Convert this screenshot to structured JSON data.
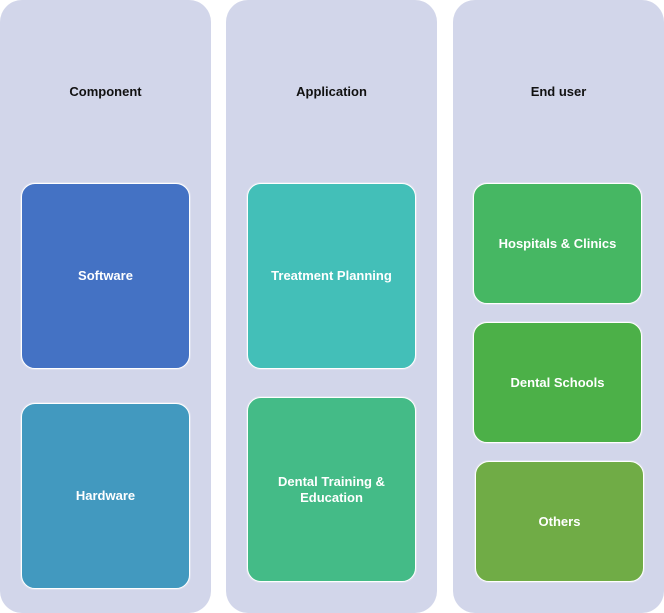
{
  "columns": [
    {
      "title": "Component",
      "items": [
        {
          "label": "Software",
          "color": "#4472c4"
        },
        {
          "label": "Hardware",
          "color": "#4299bf"
        }
      ]
    },
    {
      "title": "Application",
      "items": [
        {
          "label": "Treatment Planning",
          "color": "#43bfb8"
        },
        {
          "label": "Dental Training & Education",
          "color": "#44bb87"
        }
      ]
    },
    {
      "title": "End user",
      "items": [
        {
          "label": "Hospitals & Clinics",
          "color": "#46b763"
        },
        {
          "label": "Dental Schools",
          "color": "#4cb048"
        },
        {
          "label": "Others",
          "color": "#70ac46"
        }
      ]
    }
  ],
  "colors": {
    "column_background": "#d2d6ea",
    "title_text": "#111111",
    "box_text": "#ffffff"
  }
}
